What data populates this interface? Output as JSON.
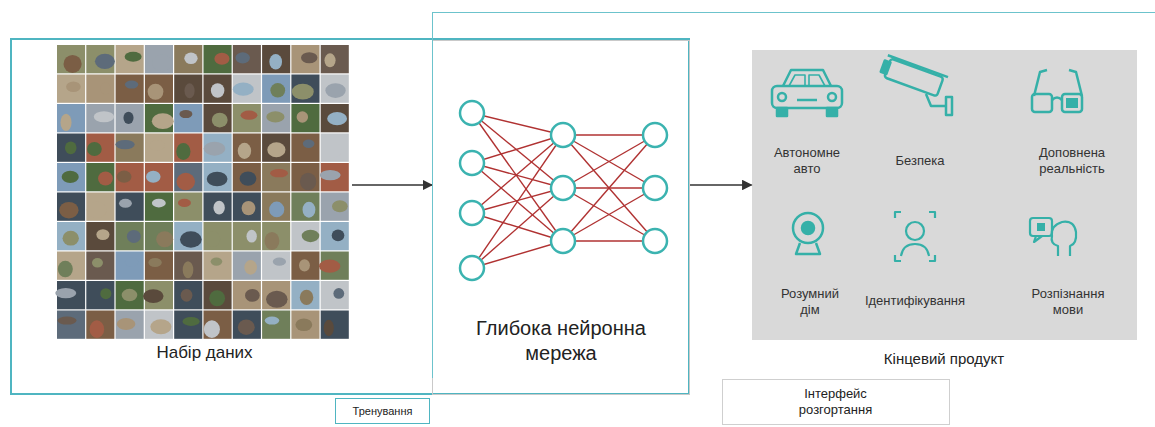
{
  "diagram": {
    "nodes": [
      {
        "text": [
          "Тренування"
        ]
      },
      {
        "text": [
          "Інтерфейс розгортання"
        ]
      },
      {
        "text": [
          "Набір даних"
        ],
        "in": 0
      },
      {
        "text": [
          "Глибока нейронна мережа"
        ],
        "in": 0
      },
      {
        "text": [
          "Кінцевий продукт"
        ],
        "in": 1
      }
    ],
    "edges": [
      {
        "from": 2,
        "to": 3,
        "arrow": "to"
      },
      {
        "from": 3,
        "to": 4,
        "arrow": "to"
      }
    ],
    "labels": [
      "Автономне авто",
      "Безпека",
      "Доповнена реальність",
      "Розумний дім",
      "Ідентифікування",
      "Розпізнання мови"
    ]
  }
}
